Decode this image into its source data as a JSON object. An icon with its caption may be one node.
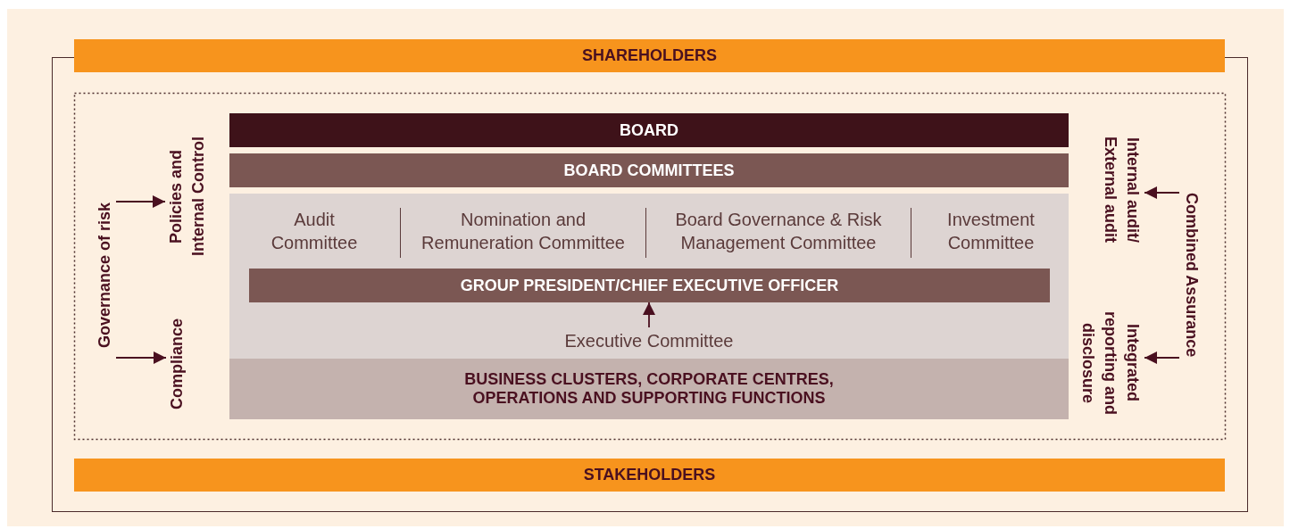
{
  "diagram": {
    "nodes": [
      {
        "text": [
          "SHAREHOLDERS"
        ]
      },
      {
        "text": [
          "Governance of risk"
        ]
      },
      {
        "text": [
          "Policies and Internal Control"
        ]
      },
      {
        "text": [
          "Compliance"
        ]
      },
      {
        "text": [
          "BOARD"
        ]
      },
      {
        "text": [
          "BOARD COMMITTEES"
        ]
      },
      {
        "text": [],
        "shape": "box"
      },
      {
        "text": [
          "Audit Committee"
        ],
        "in": 6
      },
      {
        "text": [
          "Nomination and Remuneration Committee"
        ],
        "in": 6
      },
      {
        "text": [
          "Board Governance & Risk Management Committee"
        ],
        "in": 6
      },
      {
        "text": [
          "Investment Committee"
        ],
        "in": 6
      },
      {
        "text": [
          "GROUP PRESIDENT/CHIEF EXECUTIVE OFFICER"
        ],
        "in": 6
      },
      {
        "text": [
          "Executive Committee"
        ],
        "in": 6
      },
      {
        "text": [
          "BUSINESS CLUSTERS, CORPORATE CENTRES, OPERATIONS AND SUPPORTING FUNCTIONS"
        ]
      },
      {
        "text": [
          "Internal audit/ External audit"
        ]
      },
      {
        "text": [
          "Integrated reporting and disclosure"
        ]
      },
      {
        "text": [
          "Combined Assurance"
        ]
      },
      {
        "text": [
          "STAKEHOLDERS"
        ]
      }
    ],
    "edges": [
      {
        "from": 1,
        "to": 2,
        "arrow": "to"
      },
      {
        "from": 1,
        "to": 3,
        "arrow": "to"
      },
      {
        "from": 12,
        "to": 11,
        "arrow": "to"
      },
      {
        "from": 16,
        "to": 14,
        "arrow": "to"
      },
      {
        "from": 16,
        "to": 15,
        "arrow": "to"
      }
    ]
  }
}
